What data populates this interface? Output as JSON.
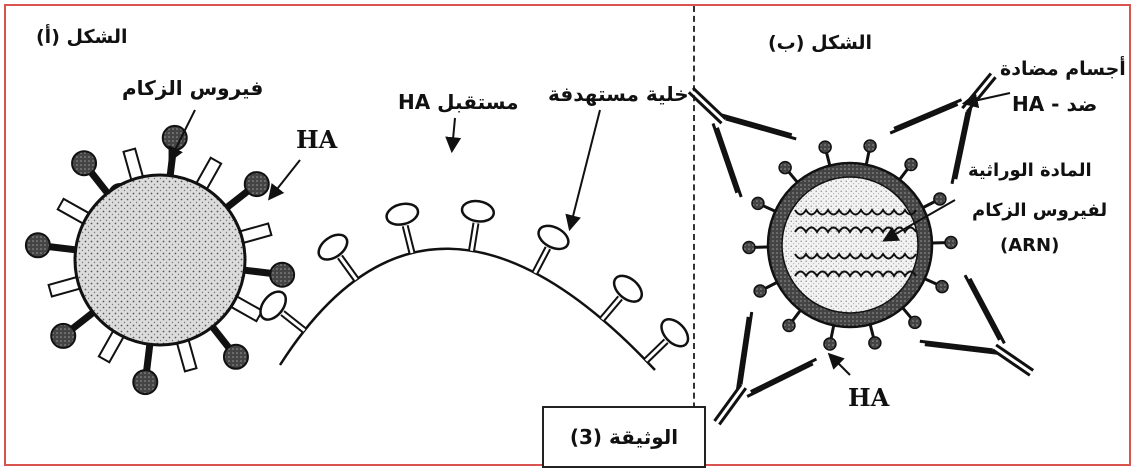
{
  "document": {
    "caption": "الوثيقة (3)"
  },
  "figure_a": {
    "title": "الشكل (أ)",
    "virus_label": "فيروس الزكام",
    "ha_label": "HA",
    "receptor_label": "مستقبل HA",
    "target_cell_label": "خلية مستهدفة"
  },
  "figure_b": {
    "title": "الشكل (ب)",
    "antibodies_label_line1": "أجسام مضادة",
    "antibodies_label_line2": "ضد - HA",
    "genetic_label_line1": "المادة الوراثية",
    "genetic_label_line2": "لفيروس الزكام",
    "genetic_label_line3": "(ARN)",
    "ha_label": "HA"
  },
  "colors": {
    "frame": "#d9534f",
    "ink": "#111111",
    "stipple": "#cccccc"
  }
}
